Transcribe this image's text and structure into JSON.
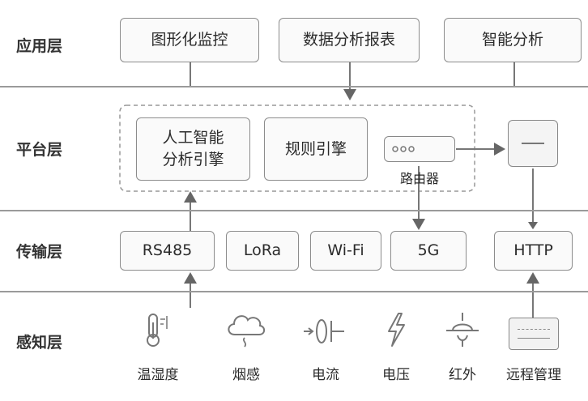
{
  "layers": {
    "application": "应用层",
    "platform": "平台层",
    "transport": "传输层",
    "perception": "感知层"
  },
  "application": {
    "monitor": "图形化监控",
    "report": "数据分析报表",
    "analysis": "智能分析"
  },
  "platform": {
    "ai_engine_line1": "人工智能",
    "ai_engine_line2": "分析引擎",
    "rule_engine": "规则引擎",
    "router": "路由器"
  },
  "transport": {
    "rs485": "RS485",
    "lora": "LoRa",
    "wifi": "Wi-Fi",
    "g5": "5G",
    "http": "HTTP"
  },
  "perception": {
    "temp_humidity": "温湿度",
    "smoke": "烟感",
    "current": "电流",
    "voltage": "电压",
    "infrared": "红外",
    "remote": "远程管理"
  }
}
